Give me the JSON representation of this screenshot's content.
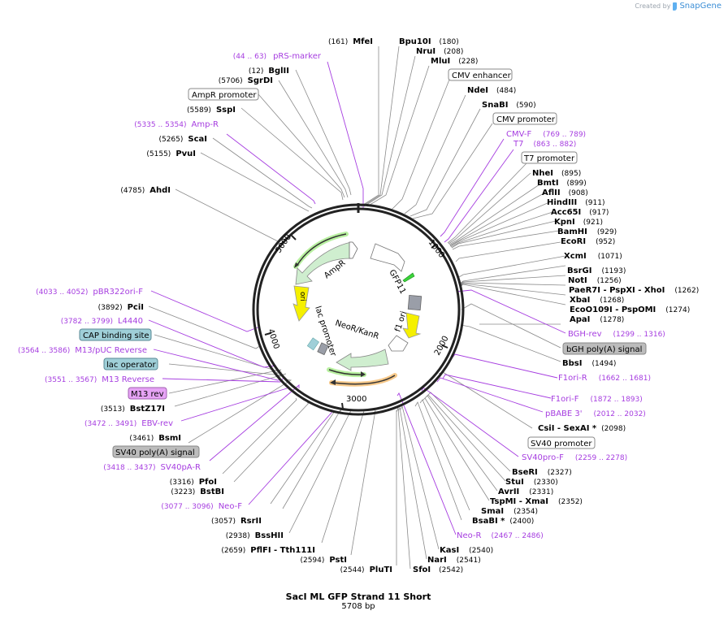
{
  "credit": {
    "prefix": "Created by",
    "brand": "SnapGene"
  },
  "plasmid": {
    "name": "SacI ML GFP Strand 11 Short",
    "length": "5708 bp"
  },
  "ring_ticks": [
    "1000",
    "2000",
    "3000",
    "4000",
    "5000"
  ],
  "inner_features": [
    {
      "name": "AmpR",
      "color": "#cfeecf"
    },
    {
      "name": "ori",
      "color": "#f5f000"
    },
    {
      "name": "lac promoter",
      "color": "#ffffff"
    },
    {
      "name": "NeoR/KanR",
      "color": "#cfeecf"
    },
    {
      "name": "f1 ori",
      "color": "#f5f000"
    },
    {
      "name": "GFP11",
      "color": "#3bd43b"
    }
  ],
  "enzymes_right": [
    {
      "name": "MfeI",
      "pos": "(161)"
    },
    {
      "name": "Bpu10I",
      "pos": "(180)"
    },
    {
      "name": "NruI",
      "pos": "(208)"
    },
    {
      "name": "MluI",
      "pos": "(228)"
    },
    {
      "name": "NdeI",
      "pos": "(484)"
    },
    {
      "name": "SnaBI",
      "pos": "(590)"
    },
    {
      "name": "NheI",
      "pos": "(895)"
    },
    {
      "name": "BmtI",
      "pos": "(899)"
    },
    {
      "name": "AflII",
      "pos": "(908)"
    },
    {
      "name": "HindIII",
      "pos": "(911)"
    },
    {
      "name": "Acc65I",
      "pos": "(917)"
    },
    {
      "name": "KpnI",
      "pos": "(921)"
    },
    {
      "name": "BamHI",
      "pos": "(929)"
    },
    {
      "name": "EcoRI",
      "pos": "(952)"
    },
    {
      "name": "XcmI",
      "pos": "(1071)"
    },
    {
      "name": "BsrGI",
      "pos": "(1193)"
    },
    {
      "name": "NotI",
      "pos": "(1256)"
    },
    {
      "name": "PaeR7I - PspXI - XhoI",
      "pos": "(1262)"
    },
    {
      "name": "XbaI",
      "pos": "(1268)"
    },
    {
      "name": "EcoO109I - PspOMI",
      "pos": "(1274)"
    },
    {
      "name": "ApaI",
      "pos": "(1278)"
    },
    {
      "name": "BbsI",
      "pos": "(1494)"
    },
    {
      "name": "CsiI - SexAI *",
      "pos": "(2098)"
    },
    {
      "name": "BseRI",
      "pos": "(2327)"
    },
    {
      "name": "StuI",
      "pos": "(2330)"
    },
    {
      "name": "AvrII",
      "pos": "(2331)"
    },
    {
      "name": "TspMI - XmaI",
      "pos": "(2352)"
    },
    {
      "name": "SmaI",
      "pos": "(2354)"
    },
    {
      "name": "BsaBI *",
      "pos": "(2400)"
    },
    {
      "name": "KasI",
      "pos": "(2540)"
    },
    {
      "name": "NarI",
      "pos": "(2541)"
    },
    {
      "name": "SfoI",
      "pos": "(2542)"
    }
  ],
  "enzymes_left": [
    {
      "name": "BglII",
      "pos": "(12)"
    },
    {
      "name": "SgrDI",
      "pos": "(5706)"
    },
    {
      "name": "SspI",
      "pos": "(5589)"
    },
    {
      "name": "ScaI",
      "pos": "(5265)"
    },
    {
      "name": "PvuI",
      "pos": "(5155)"
    },
    {
      "name": "AhdI",
      "pos": "(4785)"
    },
    {
      "name": "PciI",
      "pos": "(3892)"
    },
    {
      "name": "BstZ17I",
      "pos": "(3513)"
    },
    {
      "name": "BsmI",
      "pos": "(3461)"
    },
    {
      "name": "PfoI",
      "pos": "(3316)"
    },
    {
      "name": "BstBI",
      "pos": "(3223)"
    },
    {
      "name": "RsrII",
      "pos": "(3057)"
    },
    {
      "name": "BssHII",
      "pos": "(2938)"
    },
    {
      "name": "PflFI - Tth111I",
      "pos": "(2659)"
    },
    {
      "name": "PstI",
      "pos": "(2594)"
    },
    {
      "name": "PluTI",
      "pos": "(2544)"
    }
  ],
  "primers_right": [
    {
      "name": "CMV-F",
      "pos": "(769 .. 789)"
    },
    {
      "name": "T7",
      "pos": "(863 .. 882)"
    },
    {
      "name": "BGH-rev",
      "pos": "(1299 .. 1316)"
    },
    {
      "name": "F1ori-R",
      "pos": "(1662 .. 1681)"
    },
    {
      "name": "F1ori-F",
      "pos": "(1872 .. 1893)"
    },
    {
      "name": "pBABE 3'",
      "pos": "(2012 .. 2032)"
    },
    {
      "name": "SV40pro-F",
      "pos": "(2259 .. 2278)"
    },
    {
      "name": "Neo-R",
      "pos": "(2467 .. 2486)"
    }
  ],
  "primers_left": [
    {
      "name": "pRS-marker",
      "pos": "(44 .. 63)"
    },
    {
      "name": "Amp-R",
      "pos": "(5335 .. 5354)"
    },
    {
      "name": "pBR322ori-F",
      "pos": "(4033 .. 4052)"
    },
    {
      "name": "L4440",
      "pos": "(3782 .. 3799)"
    },
    {
      "name": "M13/pUC Reverse",
      "pos": "(3564 .. 3586)"
    },
    {
      "name": "M13 Reverse",
      "pos": "(3551 .. 3567)"
    },
    {
      "name": "EBV-rev",
      "pos": "(3472 .. 3491)"
    },
    {
      "name": "SV40pA-R",
      "pos": "(3418 .. 3437)"
    },
    {
      "name": "Neo-F",
      "pos": "(3077 .. 3096)"
    }
  ],
  "boxed_features": [
    {
      "name": "CMV enhancer",
      "fill": "#ffffff"
    },
    {
      "name": "CMV promoter",
      "fill": "#ffffff"
    },
    {
      "name": "T7 promoter",
      "fill": "#ffffff"
    },
    {
      "name": "bGH poly(A) signal",
      "fill": "#bcbcbc"
    },
    {
      "name": "SV40 promoter",
      "fill": "#ffffff"
    },
    {
      "name": "AmpR promoter",
      "fill": "#ffffff"
    },
    {
      "name": "CAP binding site",
      "fill": "#9fcfd8"
    },
    {
      "name": "lac operator",
      "fill": "#9fcfd8"
    },
    {
      "name": "M13 rev",
      "fill": "#e6a3f5"
    },
    {
      "name": "SV40 poly(A) signal",
      "fill": "#bcbcbc"
    }
  ],
  "colors": {
    "primer": "#a63de0",
    "enzyme_line": "#8a8a8a",
    "ring": "#222222"
  }
}
